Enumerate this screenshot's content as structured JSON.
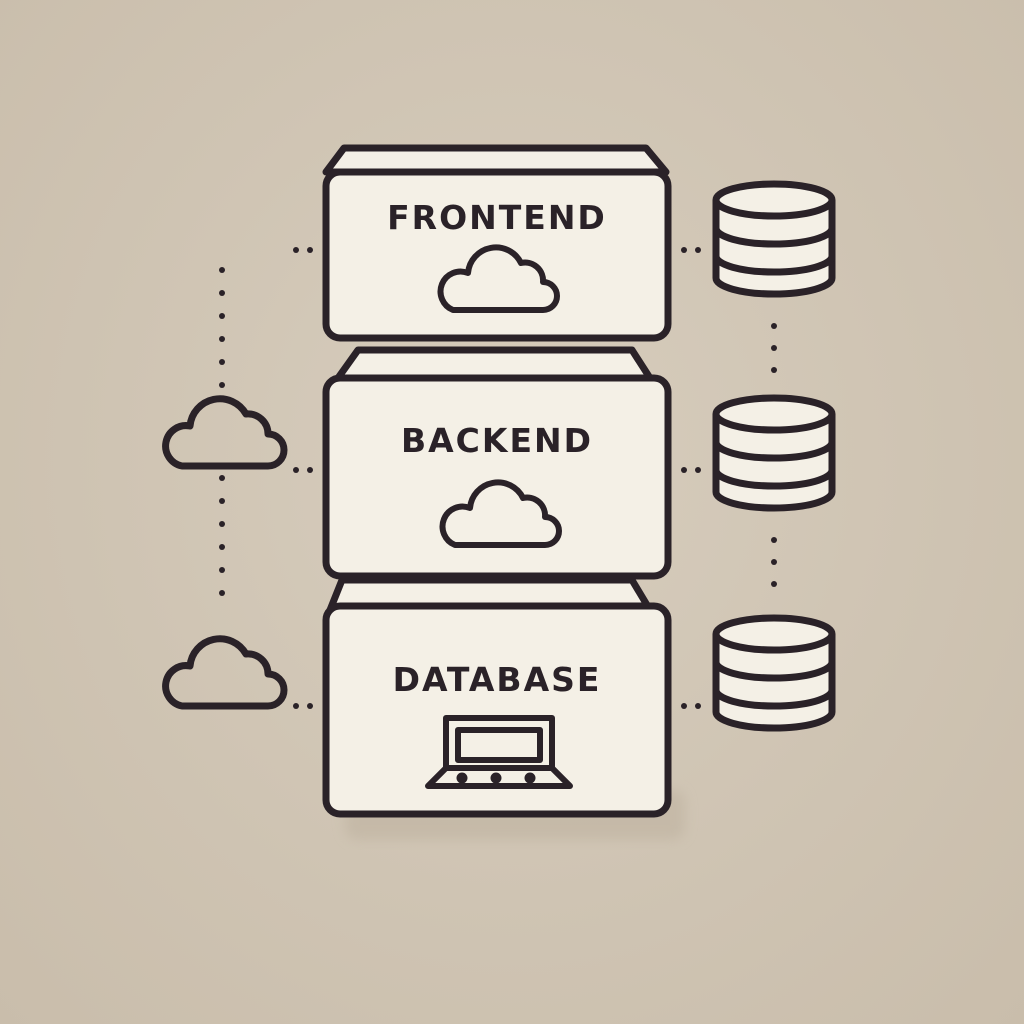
{
  "diagram": {
    "layers": [
      {
        "id": "frontend",
        "label": "FRONTEND",
        "icon": "cloud-icon"
      },
      {
        "id": "backend",
        "label": "BACKEND",
        "icon": "cloud-icon"
      },
      {
        "id": "database",
        "label": "DATABASE",
        "icon": "laptop-icon"
      }
    ],
    "side_icons_left": [
      "cloud-icon",
      "cloud-icon"
    ],
    "side_icons_right": [
      "database-cylinder-icon",
      "database-cylinder-icon",
      "database-cylinder-icon"
    ],
    "colors": {
      "background": "#cfc4b3",
      "box_fill": "#f4f0e6",
      "stroke": "#2a2228"
    }
  }
}
